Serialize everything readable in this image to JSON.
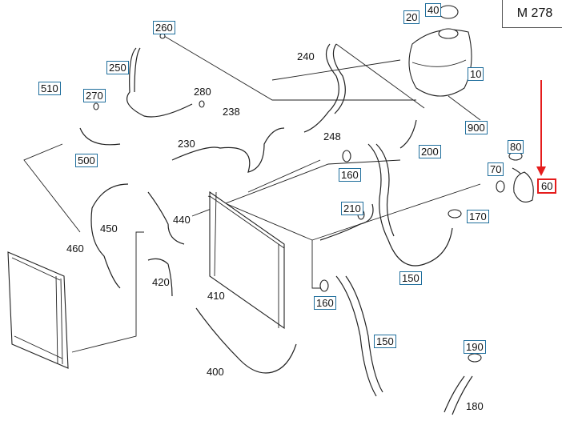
{
  "title": "M 278",
  "diagram_type": "Coolant system exploded parts diagram",
  "highlight_color": "#e51c1c",
  "label_border_color": "#1f6e9c",
  "labels": {
    "p10": "10",
    "p20": "20",
    "p40": "40",
    "p60": "60",
    "p70": "70",
    "p80": "80",
    "p150a": "150",
    "p150b": "150",
    "p160a": "160",
    "p160b": "160",
    "p170": "170",
    "p180": "180",
    "p190": "190",
    "p200": "200",
    "p210": "210",
    "p230": "230",
    "p238": "238",
    "p240": "240",
    "p248": "248",
    "p250": "250",
    "p260": "260",
    "p270": "270",
    "p280": "280",
    "p400": "400",
    "p410": "410",
    "p420": "420",
    "p440": "440",
    "p450": "450",
    "p460": "460",
    "p500": "500",
    "p510": "510",
    "p900": "900"
  },
  "highlighted_part": "60",
  "annotation": {
    "type": "arrow",
    "color": "#e51c1c",
    "points_to": "60"
  }
}
